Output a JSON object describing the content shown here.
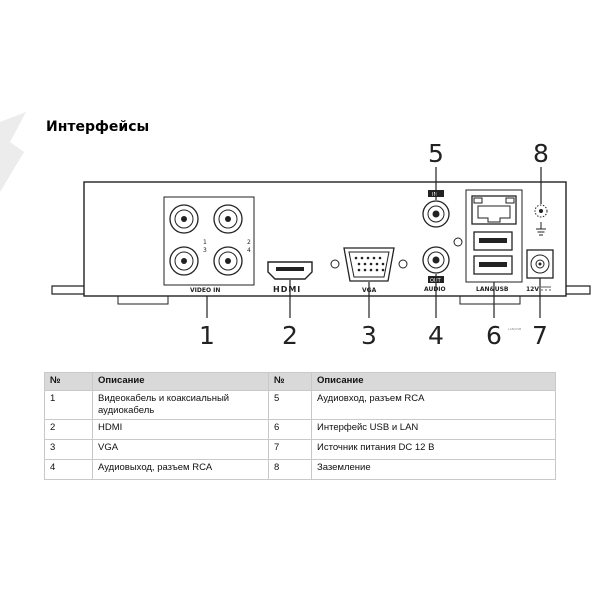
{
  "title": "Интерфейсы",
  "callouts": [
    "1",
    "2",
    "3",
    "4",
    "5",
    "6",
    "7",
    "8"
  ],
  "panel_labels": {
    "video_in": "VIDEO IN",
    "hdmi": "HDMI",
    "vga": "VGA",
    "audio": "AUDIO",
    "audio_in": "IN",
    "audio_out": "OUT",
    "lan_usb": "LAN&USB",
    "power": "12V",
    "ch1": "1",
    "ch2": "2",
    "ch3": "3",
    "ch4": "4"
  },
  "table": {
    "headers": [
      "№",
      "Описание",
      "№",
      "Описание"
    ],
    "rows": [
      [
        "1",
        "Видеокабель и коаксиальный аудиокабель",
        "5",
        "Аудиовход, разъем RCA"
      ],
      [
        "2",
        "HDMI",
        "6",
        "Интерфейс USB и LAN"
      ],
      [
        "3",
        "VGA",
        "7",
        "Источник питания DC 12 В"
      ],
      [
        "4",
        "Аудиовыход, разъем RCA",
        "8",
        "Заземление"
      ]
    ]
  }
}
